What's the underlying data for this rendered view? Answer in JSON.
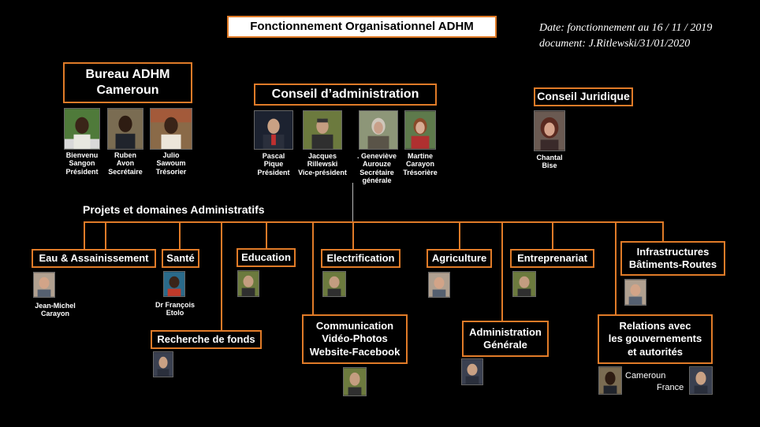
{
  "title": "Fonctionnement Organisationnel ADHM",
  "meta": {
    "date": "Date: fonctionnement au 16 / 11 / 2019",
    "document": "document: J.Ritlewski/31/01/2020"
  },
  "bureau": {
    "title_l1": "Bureau ADHM",
    "title_l2": "Cameroun",
    "members": [
      {
        "l1": "Bienvenu",
        "l2": "Sangon",
        "l3": "Président"
      },
      {
        "l1": "Ruben",
        "l2": "Avon",
        "l3": "Secrétaire"
      },
      {
        "l1": "Julio",
        "l2": "Sawoum",
        "l3": "Trésorier"
      }
    ]
  },
  "conseil_admin": {
    "title": "Conseil d’administration",
    "members": [
      {
        "l1": "Pascal",
        "l2": "Pique",
        "l3": "Président",
        "l4": ""
      },
      {
        "l1": "Jacques",
        "l2": "Rillewski",
        "l3": "Vice-président",
        "l4": ""
      },
      {
        "l1": ". Geneviève",
        "l2": "Aurouze",
        "l3": "Secrétaire",
        "l4": "générale"
      },
      {
        "l1": "Martine",
        "l2": "Carayon",
        "l3": "Trésorière",
        "l4": ""
      }
    ]
  },
  "conseil_juridique": {
    "title": "Conseil Juridique",
    "member": {
      "l1": "Chantal",
      "l2": "Bise"
    }
  },
  "projets_heading": "Projets et domaines Administratifs",
  "domains": {
    "eau": {
      "label": "Eau & Assainissement",
      "person_l1": "Jean-Michel",
      "person_l2": "Carayon"
    },
    "sante": {
      "label": "Santé",
      "person_l1": "Dr François",
      "person_l2": "Etolo"
    },
    "education": {
      "label": "Education"
    },
    "electrification": {
      "label": "Electrification"
    },
    "agriculture": {
      "label": "Agriculture"
    },
    "entreprenariat": {
      "label": "Entreprenariat"
    },
    "infrastructures": {
      "l1": "Infrastructures",
      "l2": "Bâtiments-Routes"
    },
    "recherche": {
      "label": "Recherche de fonds"
    },
    "communication": {
      "l1": "Communication",
      "l2": "Vidéo-Photos",
      "l3": "Website-Facebook"
    },
    "administration": {
      "l1": "Administration",
      "l2": "Générale"
    },
    "relations": {
      "l1": "Relations avec",
      "l2": "les gouvernements",
      "l3": "et autorités",
      "cameroun": "Cameroun",
      "france": "France"
    }
  },
  "colors": {
    "accent": "#e07b28",
    "background": "#000000",
    "text": "#ffffff"
  }
}
